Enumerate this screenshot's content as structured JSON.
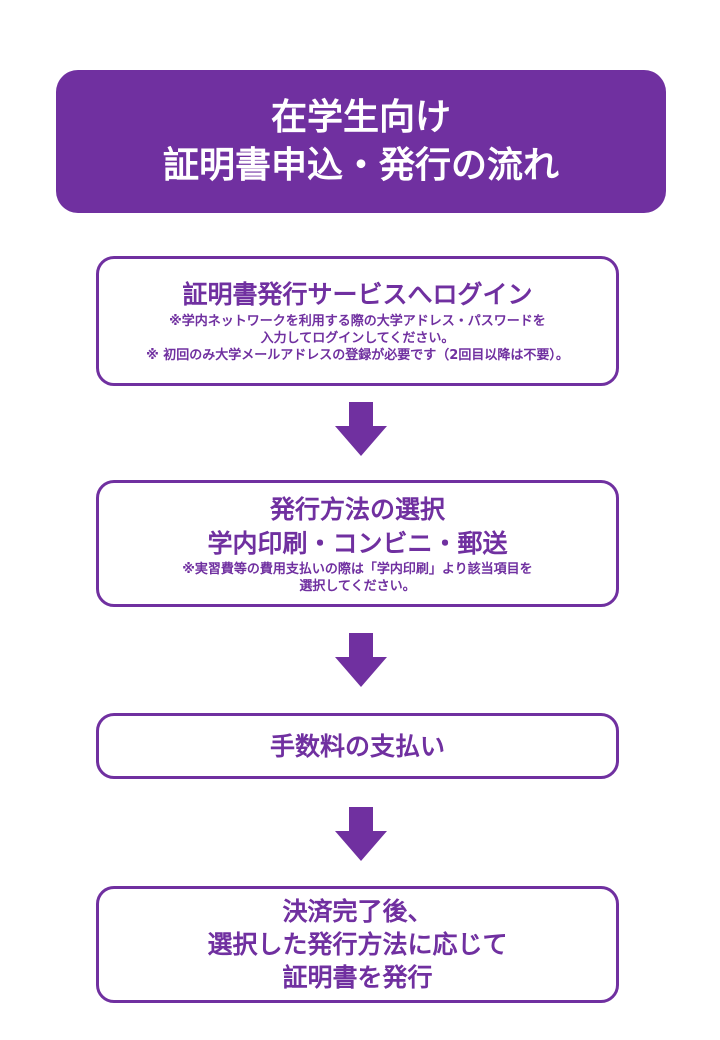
{
  "header": {
    "line1": "在学生向け",
    "line2": "証明書申込・発行の流れ"
  },
  "steps": [
    {
      "title": "証明書発行サービスへログイン",
      "notes": [
        "※学内ネットワークを利用する際の大学アドレス・パスワードを",
        "入力してログインしてください。",
        "※ 初回のみ大学メールアドレスの登録が必要です（2回目以降は不要）。"
      ]
    },
    {
      "title_lines": [
        "発行方法の選択",
        "学内印刷・コンビニ・郵送"
      ],
      "notes": [
        "※実習費等の費用支払いの際は「学内印刷」より該当項目を",
        "選択してください。"
      ]
    },
    {
      "title": "手数料の支払い"
    },
    {
      "title_lines": [
        "決済完了後、",
        "選択した発行方法に応じて",
        "証明書を発行"
      ]
    }
  ],
  "colors": {
    "accent": "#7030a0",
    "background": "#ffffff"
  },
  "icons": [
    "arrow-down-icon",
    "arrow-down-icon",
    "arrow-down-icon"
  ]
}
